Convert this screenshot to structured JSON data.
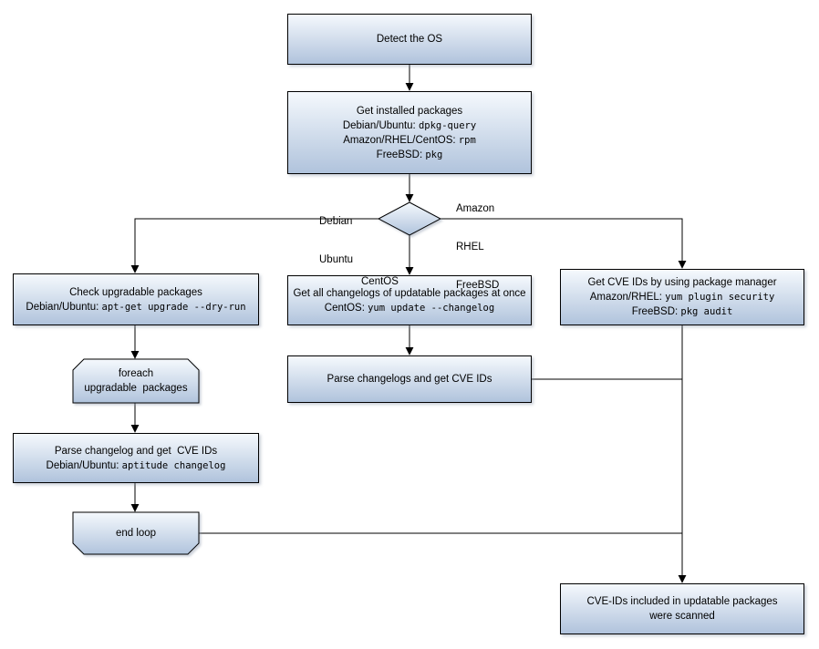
{
  "colors": {
    "background": "#ffffff",
    "node_border": "#000000",
    "node_fill_top": "#f5f9fd",
    "node_fill_bottom": "#b0c3dc",
    "connector": "#000000"
  },
  "nodes": {
    "detect_os": {
      "line1": "Detect the OS"
    },
    "get_installed": {
      "line1": "Get installed packages",
      "line2_label": "Debian/Ubuntu: ",
      "line2_code": "dpkg-query",
      "line3_label": "Amazon/RHEL/CentOS: ",
      "line3_code": "rpm",
      "line4_label": "FreeBSD: ",
      "line4_code": "pkg"
    },
    "check_upgradable": {
      "line1": "Check upgradable packages",
      "line2_label": "Debian/Ubuntu: ",
      "line2_code": "apt-get upgrade --dry-run"
    },
    "get_changelogs": {
      "line1": "Get all changelogs of updatable packages at once",
      "line2_label": "CentOS: ",
      "line2_code": "yum update --changelog"
    },
    "get_cve_pm": {
      "line1": "Get CVE IDs by using package manager",
      "line2_label": "Amazon/RHEL: ",
      "line2_code": "yum plugin security",
      "line3_label": "FreeBSD: ",
      "line3_code": "pkg audit"
    },
    "foreach_loop": {
      "line1": "foreach",
      "line2": "upgradable  packages"
    },
    "parse_changelogs": {
      "line1": "Parse changelogs and get CVE IDs"
    },
    "parse_changelog_left": {
      "line1": "Parse changelog and get  CVE IDs",
      "line2_label": "Debian/Ubuntu: ",
      "line2_code": "aptitude changelog"
    },
    "end_loop": {
      "line1": "end loop"
    },
    "scanned_result": {
      "line1": "CVE-IDs included in updatable packages",
      "line2": "were scanned"
    }
  },
  "edge_labels": {
    "debian": "Debian",
    "ubuntu": "Ubuntu",
    "amazon": "Amazon",
    "rhel": "RHEL",
    "freebsd": "FreeBSD",
    "centos": "CentOS"
  }
}
